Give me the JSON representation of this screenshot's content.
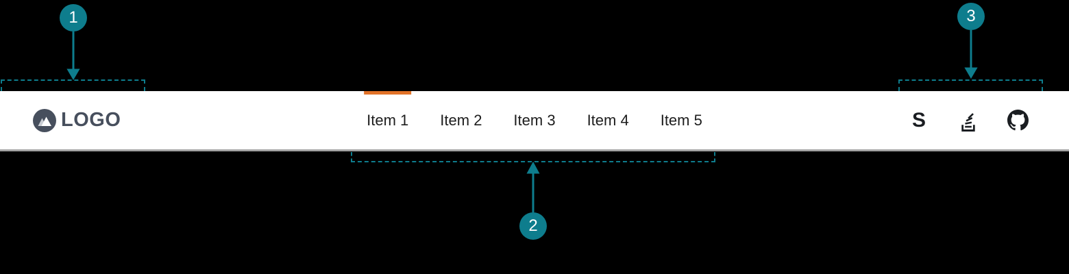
{
  "colors": {
    "teal": "#0e7d8d",
    "orange": "#e17228",
    "navbar_bg": "#ffffff",
    "navbar_border": "#a4a4a4",
    "logo_color": "#474f5d",
    "nav_text": "#1d1d1d",
    "icon_color": "#1a1d21",
    "page_bg": "#000000"
  },
  "navbar": {
    "logo": {
      "text": "LOGO",
      "icon": "mountain-logo-icon"
    },
    "items": [
      {
        "label": "Item 1",
        "active": true
      },
      {
        "label": "Item 2",
        "active": false
      },
      {
        "label": "Item 3",
        "active": false
      },
      {
        "label": "Item 4",
        "active": false
      },
      {
        "label": "Item 5",
        "active": false
      }
    ],
    "icon_links": [
      {
        "name": "letter-s-icon",
        "glyph": "S"
      },
      {
        "name": "stack-overflow-icon"
      },
      {
        "name": "github-icon"
      }
    ]
  },
  "annotations": {
    "badges": [
      {
        "number": "1",
        "target": "navbar-start-region"
      },
      {
        "number": "2",
        "target": "navbar-center-region"
      },
      {
        "number": "3",
        "target": "navbar-end-region"
      }
    ]
  }
}
